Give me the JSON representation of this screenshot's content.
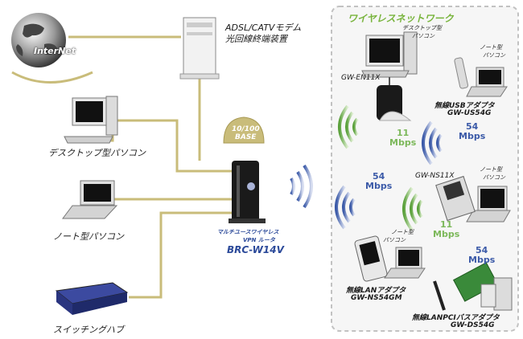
{
  "internet": {
    "label": "InterNet"
  },
  "modem": {
    "line1": "ADSL/CATVモデム",
    "line2": "光回線終端装置"
  },
  "hub_port": {
    "line1": "10/100",
    "line2": "BASE"
  },
  "router": {
    "line1": "マルチユースワイヤレス",
    "line2": "VPN ルータ",
    "model": "BRC-W14V"
  },
  "wired": {
    "desktop": "デスクトップ型パソコン",
    "notebook": "ノート型パソコン",
    "switch": "スイッチングハブ"
  },
  "wireless": {
    "title": "ワイヤレスネットワーク",
    "desktop": {
      "line1": "デスクトップ型",
      "line2": "パソコン"
    },
    "notebook1": {
      "line1": "ノート型",
      "line2": "パソコン"
    },
    "gw_en11x": "GW-EN11X",
    "usb_adapter": {
      "line1": "無線USBアダプタ",
      "line2": "GW-US54G"
    },
    "gw_ns11x": "GW-NS11X",
    "notebook2": {
      "line1": "ノート型",
      "line2": "パソコン"
    },
    "notebook3": {
      "line1": "ノート型",
      "line2": "パソコン"
    },
    "lan_adapter": {
      "line1": "無線LANアダプタ",
      "line2": "GW-NS54GM"
    },
    "pci_adapter": {
      "line1": "無線LANPCIバスアダプタ",
      "line2": "GW-DS54G"
    },
    "speeds": [
      {
        "value": "11",
        "unit": "Mbps"
      },
      {
        "value": "54",
        "unit": "Mbps"
      },
      {
        "value": "54",
        "unit": "Mbps"
      },
      {
        "value": "11",
        "unit": "Mbps"
      },
      {
        "value": "54",
        "unit": "Mbps"
      }
    ]
  },
  "colors": {
    "cable": "#c9bc7a",
    "accent_green": "#78b43c",
    "accent_blue": "#3b5aa8"
  }
}
